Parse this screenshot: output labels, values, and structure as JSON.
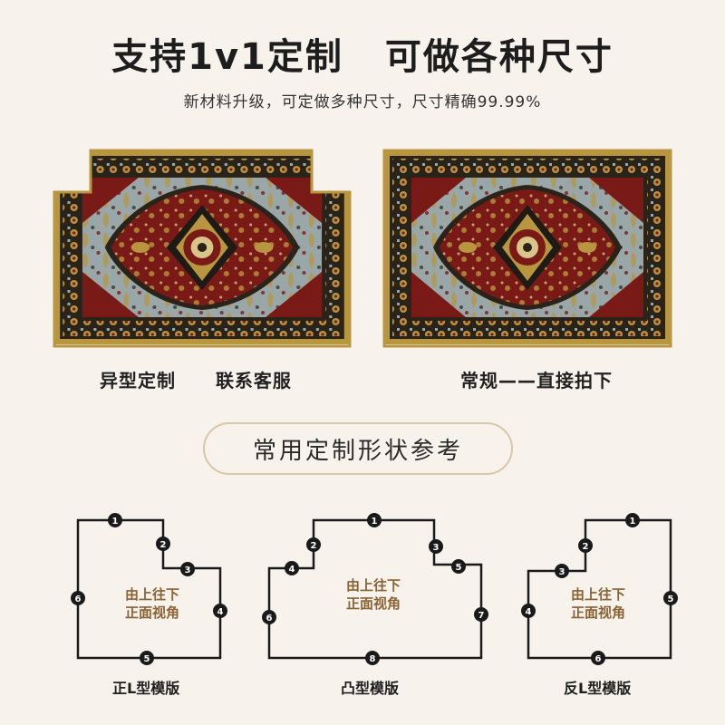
{
  "header": {
    "title_left": "支持1v1定制",
    "title_right": "可做各种尺寸",
    "subtitle": "新材料升级，可定做多种尺寸，尺寸精确99.99%"
  },
  "rugs": {
    "left_caption_a": "异型定制",
    "left_caption_b": "联系客服",
    "right_caption": "常规——直接拍下"
  },
  "reference": {
    "pill_label": "常用定制形状参考"
  },
  "shapes": [
    {
      "label": "正L型模版",
      "inner_line1": "由上往下",
      "inner_line2": "正面视角"
    },
    {
      "label": "凸型模版",
      "inner_line1": "由上往下",
      "inner_line2": "正面视角"
    },
    {
      "label": "反L型模版",
      "inner_line1": "由上往下",
      "inner_line2": "正面视角"
    }
  ],
  "colors": {
    "rug_border_gold": "#b8953f",
    "rug_red": "#7a1a16",
    "rug_blue": "#9aa7a8",
    "rug_dark": "#1e1a14",
    "accent_brown": "#8b6232"
  }
}
